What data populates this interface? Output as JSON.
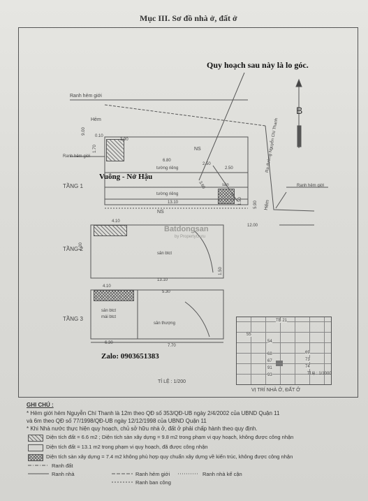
{
  "header": {
    "title": "Mục III. Sơ đồ nhà ở, đất ở"
  },
  "annotations": {
    "top_note": "Quy hoạch sau này là lo góc.",
    "corner_name": "Vuông - Nở Hậu",
    "contact": "Zalo: 0903651383",
    "north_label": "B",
    "scale": "TỈ LỆ : 1/200"
  },
  "labels": {
    "ranh_hem_gioi_top": "Ranh hẻm giới",
    "hem_top": "Hẻm",
    "ranh_hem_gioi_left": "Ranh hẻm giới",
    "ranh_hem_gioi_right": "Ranh hẻm giới",
    "hem_right": "Hẻm",
    "road": "Ra đường Nguyễn Chí Thanh",
    "ns1": "NS",
    "ns2": "NS",
    "san": "sân",
    "tuong_rieng_1": "tường riêng",
    "tuong_rieng_2": "tường riêng",
    "floor1": "TẦNG 1",
    "floor2": "TẦNG 2",
    "floor3": "TẦNG 3",
    "san_btct": "sân btct",
    "san_btct_mai": "sân btct",
    "mai_btct": "mái btct",
    "san_thuong": "sân thượng",
    "watermark": "Batdongsan",
    "watermark_sub": "by PropertyGuru",
    "location_title": "VỊ TRÍ NHÀ Ở, ĐẤT Ở",
    "location_scale": "Tỉ lệ : 1/1000"
  },
  "dimensions": {
    "d_900": "9.00",
    "d_010": "0.10",
    "d_390": "3.90",
    "d_170": "1.70",
    "d_680": "6.80",
    "d_250a": "2.50",
    "d_250b": "2.50",
    "d_360": "3.60",
    "d_150": "1.50",
    "d_1310a": "13.10",
    "d_1200": "12.00",
    "d_590": "5.90",
    "d_410a": "4.10",
    "d_400": "4.00",
    "d_1310b": "13.10",
    "d_410b": "4.10",
    "d_530": "5.30",
    "d_630": "6.30",
    "d_770": "7.70",
    "d_150b": "1.50"
  },
  "location_map": {
    "lot": "TB 21",
    "numbers": [
      "55",
      "54",
      "68",
      "67",
      "91",
      "93",
      "69",
      "73",
      "74"
    ]
  },
  "notes": {
    "heading": "GHI CHÚ :",
    "line1": "* Hẻm giới hẻm     Nguyễn Chí Thanh là 12m theo QĐ số 353/QĐ-UB ngày 2/4/2002 của UBND Quận 11",
    "line2": "và 6m  theo QĐ số 77/1998/QĐ-UB ngày 12/12/1998 của UBND Quận 11",
    "line3": "* Khi Nhà nước thực hiện quy hoạch, chủ sở hữu nhà ở, đất ở phải chấp hành theo quy định.",
    "legend1": "Diện tích đất = 6.6 m2 ; Diện tích sàn xây dựng = 9.8 m2  trong phạm vi quy hoạch, không được công nhận",
    "legend2": "Diện tích đất = 13.1 m2  trong phạm vi quy hoạch, đã được công nhận",
    "legend3": "Diện tích sàn xây dựng = 7.4 m2  không phù hợp quy chuẩn xây dựng về kiến trúc, không được công nhận",
    "ranh_dat": "Ranh đất",
    "ranh_nha": "Ranh nhà",
    "ranh_hem_gioi": "Ranh hẻm giới",
    "ranh_ban_cong": "Ranh ban công",
    "ranh_nha_ke_can": "Ranh nhà kế cận"
  }
}
